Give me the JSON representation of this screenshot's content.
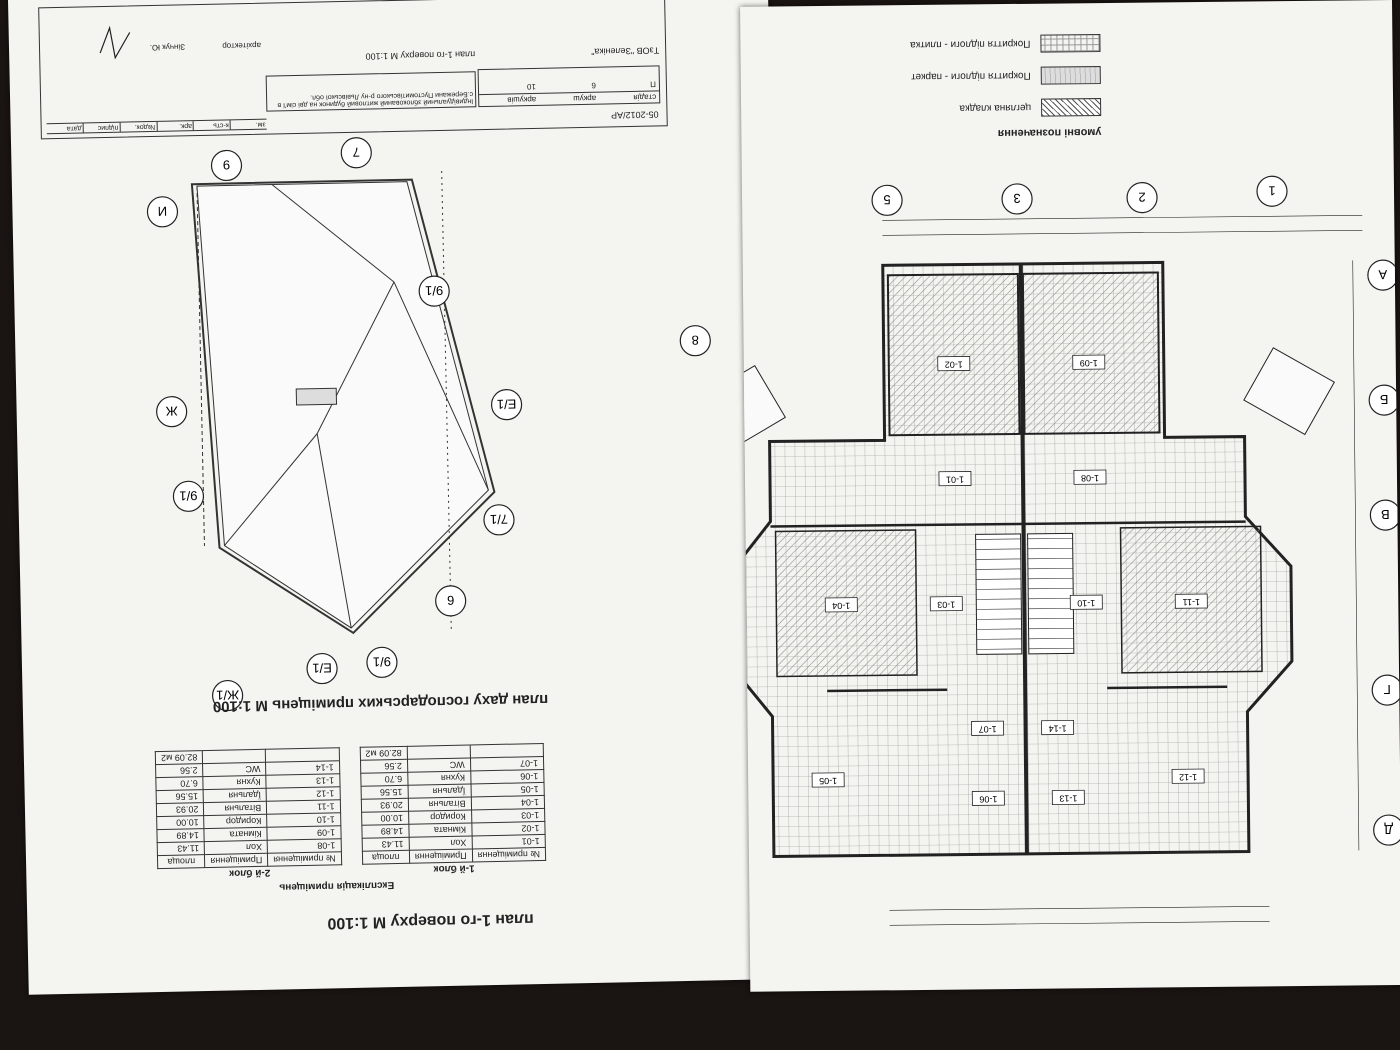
{
  "title_block": {
    "company": "ТзОВ \"Зеленіка\"",
    "sheet_title": "план 1-го поверху М 1:100",
    "project_name": "Індивідуальний зблокований житловий будинок на дві сім'ї в с.Бережани Пустомитівського р-ну Львівської обл.",
    "code": "05-2012/АР",
    "col_stage": "стадія",
    "col_sheet": "аркуш",
    "col_sheets": "аркушів",
    "stage": "П",
    "sheet": "6",
    "sheets": "10",
    "sign_headers": [
      "зм.",
      "к-сть",
      "арк.",
      "№док.",
      "підпис",
      "дата"
    ],
    "role": "архітектор",
    "architect": "Зінчук Ю."
  },
  "legend": {
    "title": "умовні позначення",
    "items": [
      "Покриття підлоги - плитка",
      "Покриття підлоги - паркет",
      "цегляна кладка"
    ]
  },
  "roof_plan_title": "план даху господарських приміщень М 1:100",
  "floor_plan_title": "план 1-го поверху М 1:100",
  "explication": {
    "title": "Експлікація приміщень",
    "block1": {
      "name": "1-й блок",
      "headers": [
        "№ приміщення",
        "Приміщення",
        "площа"
      ],
      "rows": [
        [
          "1-01",
          "Хол",
          "11.43"
        ],
        [
          "1-02",
          "Кімната",
          "14.89"
        ],
        [
          "1-03",
          "Коридор",
          "10.00"
        ],
        [
          "1-04",
          "Вітальня",
          "20.93"
        ],
        [
          "1-05",
          "Їдальня",
          "15.56"
        ],
        [
          "1-06",
          "Кухня",
          "6.70"
        ],
        [
          "1-07",
          "WC",
          "2.56"
        ]
      ],
      "total": "82.09 м2"
    },
    "block2": {
      "name": "2-й блок",
      "headers": [
        "№ приміщення",
        "Приміщення",
        "площа"
      ],
      "rows": [
        [
          "1-08",
          "Хол",
          "11.43"
        ],
        [
          "1-09",
          "Кімната",
          "14.89"
        ],
        [
          "1-10",
          "Коридор",
          "10.00"
        ],
        [
          "1-11",
          "Вітальня",
          "20.93"
        ],
        [
          "1-12",
          "Їдальня",
          "15.56"
        ],
        [
          "1-13",
          "Кухня",
          "6.70"
        ],
        [
          "1-14",
          "WC",
          "2.56"
        ]
      ],
      "total": "82.09 м2"
    }
  },
  "axes": {
    "top": [
      "1",
      "2",
      "3",
      "5"
    ],
    "left": [
      "А",
      "Б",
      "В",
      "Г",
      "Д"
    ],
    "roof": [
      "6",
      "7",
      "8",
      "9",
      "И",
      "Ж",
      "Е/1",
      "Ж/1",
      "Е/1",
      "7/1",
      "9/1",
      "9/1",
      "9/1"
    ]
  },
  "rooms": [
    {
      "id": "1-02"
    },
    {
      "id": "1-09"
    },
    {
      "id": "1-01"
    },
    {
      "id": "1-08"
    },
    {
      "id": "1-04"
    },
    {
      "id": "1-03"
    },
    {
      "id": "1-10"
    },
    {
      "id": "1-11"
    },
    {
      "id": "1-07"
    },
    {
      "id": "1-14"
    },
    {
      "id": "1-05"
    },
    {
      "id": "1-06"
    },
    {
      "id": "1-13"
    },
    {
      "id": "1-12"
    }
  ]
}
